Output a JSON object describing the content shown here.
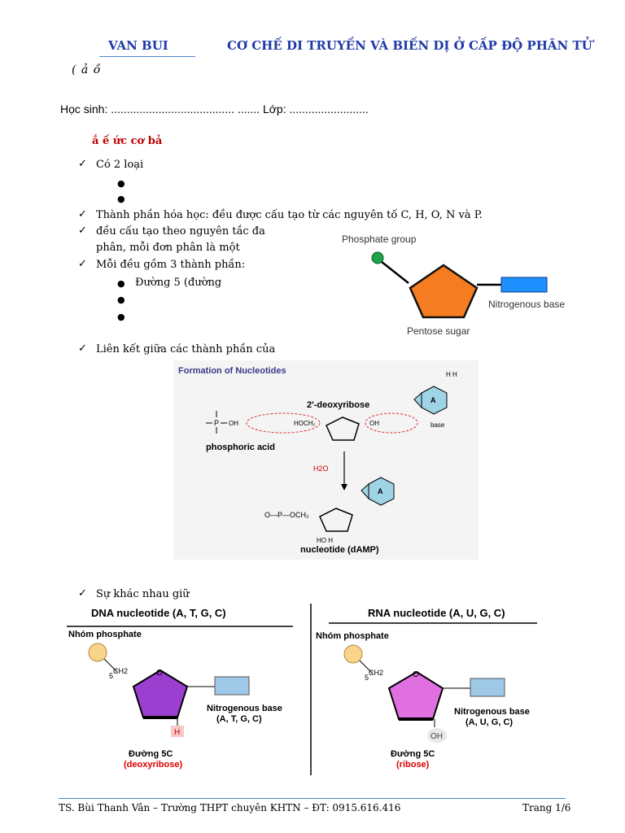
{
  "header": {
    "brand": "VAN BUI",
    "title": "CƠ CHẾ DI TRUYỀN VÀ BIẾN DỊ Ở CẤP ĐỘ PHÂN TỬ",
    "subtitle": "(       ả      ồ"
  },
  "student_line": "Học sinh: ....................................... ....... Lớp:  .........................",
  "section_head": "ắ     ế       ức cơ bả",
  "lines": {
    "l1": "Có 2 loại",
    "l2": "Thành phần hóa học:                        đều được cấu tạo từ các nguyên tố C, H, O, N và P.",
    "l3": "               đều cấu tạo theo nguyên tắc đa",
    "l3b": "phân, mỗi đơn phân là một",
    "l4": "Mỗi                 đều gồm 3 thành phần:",
    "l4a": "Đường 5            (đường",
    "l5": "Liên kết giữa các thành phần của",
    "l6": "Sự khác nhau giữ"
  },
  "fig1": {
    "phosphate": "Phosphate group",
    "base": "Nitrogenous base",
    "sugar": "Pentose sugar"
  },
  "fig2": {
    "title": "Formation of Nucleotides",
    "deoxyribose": "2'-deoxyribose",
    "phosphoric": "phosphoric acid",
    "base": "base",
    "water": "H2O",
    "product": "nucleotide (dAMP)",
    "ring_letter": "A"
  },
  "fig3": {
    "dna_title": "DNA nucleotide (A, T, G, C)",
    "rna_title": "RNA nucleotide (A, U, G, C)",
    "phosphate_label": "Nhóm phosphate",
    "ch2": "CH2",
    "o": "O",
    "base_label": "Nitrogenous base",
    "dna_bases": "(A, T, G, C)",
    "rna_bases": "(A, U, G, C)",
    "dna_h": "H",
    "rna_oh": "OH",
    "sugar": "Đường 5C",
    "deoxyribose": "(deoxyribose)",
    "ribose": "(ribose)"
  },
  "footer": {
    "left": "TS. Bùi Thanh Vân – Trường THPT chuyên KHTN – ĐT: 0915.616.416",
    "right": "Trang 1/6"
  },
  "colors": {
    "heading_blue": "#1f3aa8",
    "section_red": "#c00000",
    "pentagon_orange": "#f57c20",
    "base_blue": "#1e90ff",
    "dna_purple": "#9b3fd0",
    "rna_pink": "#e070e0",
    "phosphate_yellow": "#f8d58a"
  }
}
